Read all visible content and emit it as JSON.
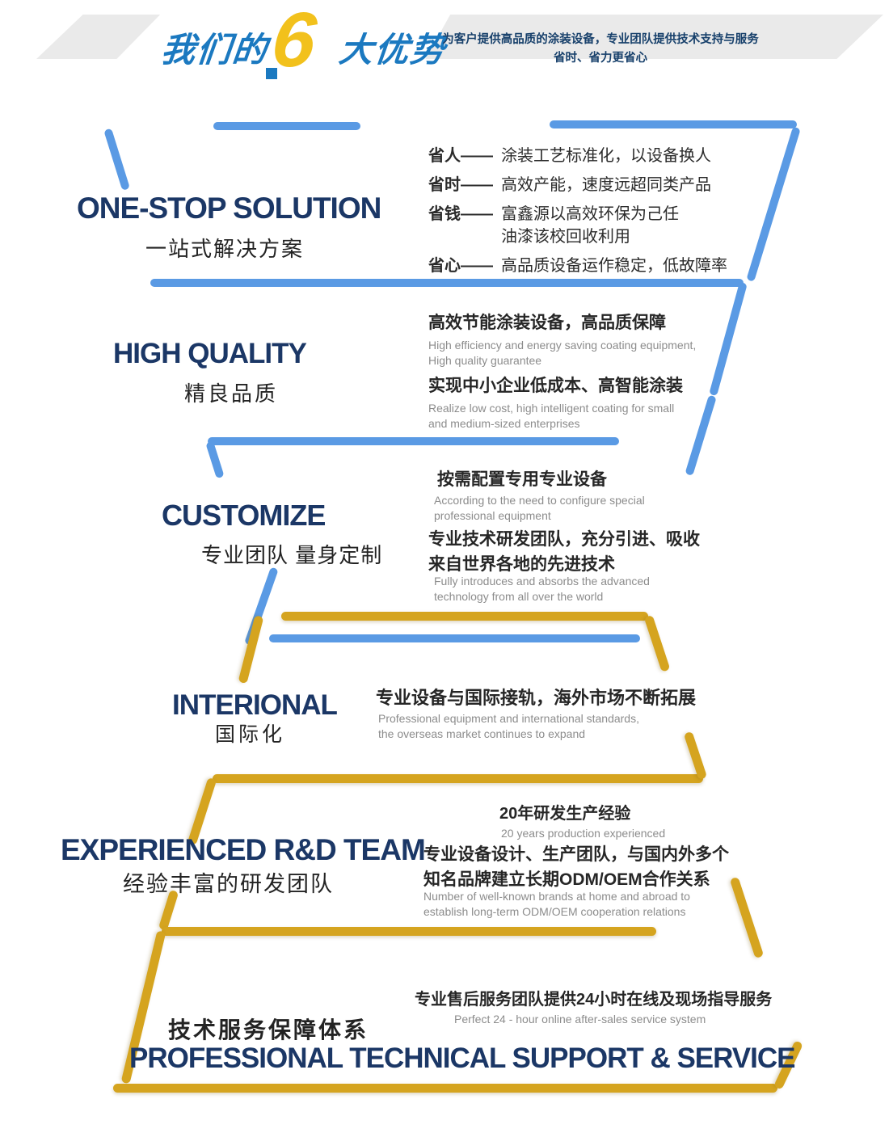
{
  "colors": {
    "blue_line": "#5a9ae4",
    "yellow_line": "#d5a41f",
    "navy_title": "#1b3766",
    "header_blue": "#1b79c0",
    "header_yellow": "#f2c11c",
    "body_text": "#262626",
    "muted_text": "#8c8c8c",
    "band_gray": "#eaeaea"
  },
  "header": {
    "title_prefix": "我们的",
    "title_number": "6",
    "title_suffix": "大优势",
    "tagline_line1": "为客户提供高品质的涂装设备，专业团队提供技术支持与服务",
    "tagline_line2": "省时、省力更省心"
  },
  "sections": [
    {
      "title_en": "ONE-STOP SOLUTION",
      "title_cn": "一站式解决方案",
      "items": [
        {
          "label": "省人——",
          "text": [
            "涂装工艺标准化，以设备换人"
          ]
        },
        {
          "label": "省时——",
          "text": [
            "高效产能，速度远超同类产品"
          ]
        },
        {
          "label": "省钱——",
          "text": [
            "富鑫源以高效环保为己任",
            "油漆该校回收利用"
          ]
        },
        {
          "label": "省心——",
          "text": [
            "高品质设备运作稳定，低故障率"
          ]
        }
      ]
    },
    {
      "title_en": "HIGH QUALITY",
      "title_cn": "精良品质",
      "blocks": [
        {
          "cn": [
            "高效节能涂装设备，高品质保障"
          ],
          "en": [
            "High efficiency and energy saving coating equipment,",
            "High quality guarantee"
          ]
        },
        {
          "cn": [
            "实现中小企业低成本、高智能涂装"
          ],
          "en": [
            "Realize low cost, high intelligent coating for small",
            "and medium-sized enterprises"
          ]
        }
      ]
    },
    {
      "title_en": "CUSTOMIZE",
      "title_cn": "专业团队 量身定制",
      "blocks": [
        {
          "cn": [
            "按需配置专用专业设备"
          ],
          "en": [
            "According to the need to configure special",
            "professional equipment"
          ]
        },
        {
          "cn": [
            "专业技术研发团队，充分引进、吸收",
            "来自世界各地的先进技术"
          ],
          "en": [
            "Fully introduces and absorbs the advanced",
            "technology from all over the world"
          ]
        }
      ]
    },
    {
      "title_en": "INTERIONAL",
      "title_cn": "国际化",
      "blocks": [
        {
          "cn": [
            "专业设备与国际接轨，海外市场不断拓展"
          ],
          "en": [
            "Professional equipment and international standards,",
            "the overseas market continues to expand"
          ]
        }
      ]
    },
    {
      "title_en": "EXPERIENCED R&D TEAM",
      "title_cn": "经验丰富的研发团队",
      "blocks": [
        {
          "cn": [
            "20年研发生产经验"
          ],
          "en": [
            "20 years production experienced"
          ]
        },
        {
          "cn": [
            "专业设备设计、生产团队，与国内外多个",
            "知名品牌建立长期ODM/OEM合作关系"
          ],
          "en": [
            "Number of well-known brands at home and abroad to",
            "establish long-term ODM/OEM cooperation relations"
          ]
        }
      ]
    },
    {
      "title_en": "PROFESSIONAL TECHNICAL SUPPORT & SERVICE",
      "title_cn": "技术服务保障体系",
      "blocks": [
        {
          "cn": [
            "专业售后服务团队提供24小时在线及现场指导服务"
          ],
          "en": [
            "Perfect 24 - hour online after-sales service system"
          ]
        }
      ]
    }
  ]
}
